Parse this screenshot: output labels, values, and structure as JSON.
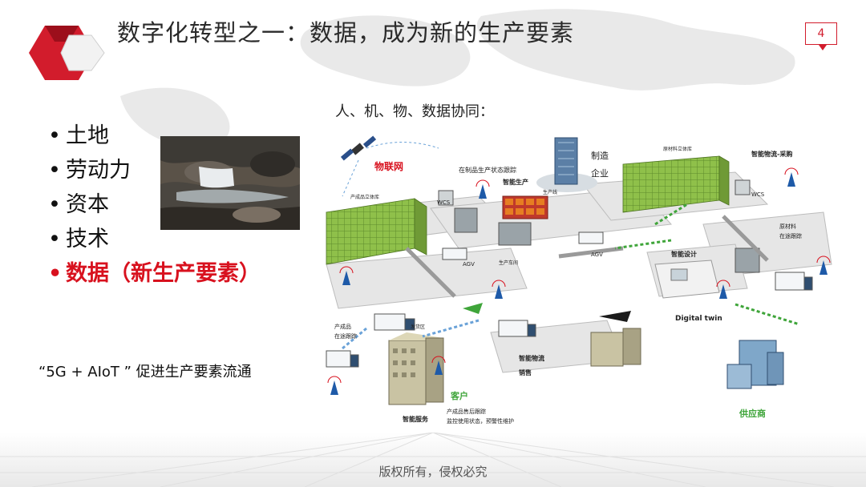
{
  "slide": {
    "title": "数字化转型之一：数据，成为新的生产要素",
    "page_number": "4",
    "subtitle": "人、机、物、数据协同：",
    "bullets": [
      {
        "label": "土地",
        "highlight": false
      },
      {
        "label": "劳动力",
        "highlight": false
      },
      {
        "label": "资本",
        "highlight": false
      },
      {
        "label": "技术",
        "highlight": false
      },
      {
        "label": "数据（新生产要素）",
        "highlight": true
      }
    ],
    "bullet_symbol": "•",
    "tagline": "“5G + AIoT ”  促进生产要素流通",
    "footer": "版权所有，侵权必究"
  },
  "diagram": {
    "labels": {
      "iot": "物联网",
      "manufacturing": "制造",
      "enterprise": "企业",
      "wip_tracking": "在制品生产状态跟踪",
      "smart_production": "智能生产",
      "production_line": "生产线",
      "finished_warehouse": "产成品立体库",
      "raw_warehouse": "原材料立体库",
      "smart_logistics_purchase": "智能物流-采购",
      "wcs_left": "WCS",
      "wcs_right": "WCS",
      "agv_left": "AGV",
      "agv_right": "AGV",
      "workshop": "生产车间",
      "raw_transit_1": "原材料",
      "raw_transit_2": "在途跟踪",
      "smart_design": "智能设计",
      "digital_twin": "Digital twin",
      "finished_transit_1": "产成品",
      "finished_transit_2": "在途跟踪",
      "shipping_area": "发货区",
      "smart_logistics_sales_1": "智能物流",
      "smart_logistics_sales_2": "销售",
      "customer": "客户",
      "smart_service": "智能服务",
      "after_sales_1": "产成品售后跟踪",
      "after_sales_2": "监控使用状态，预警性维护",
      "supplier": "供应商"
    },
    "colors": {
      "red": "#d8111e",
      "green": "#3fa53a",
      "blue": "#1e5aa8",
      "shelf_green": "#8fc04a"
    }
  }
}
